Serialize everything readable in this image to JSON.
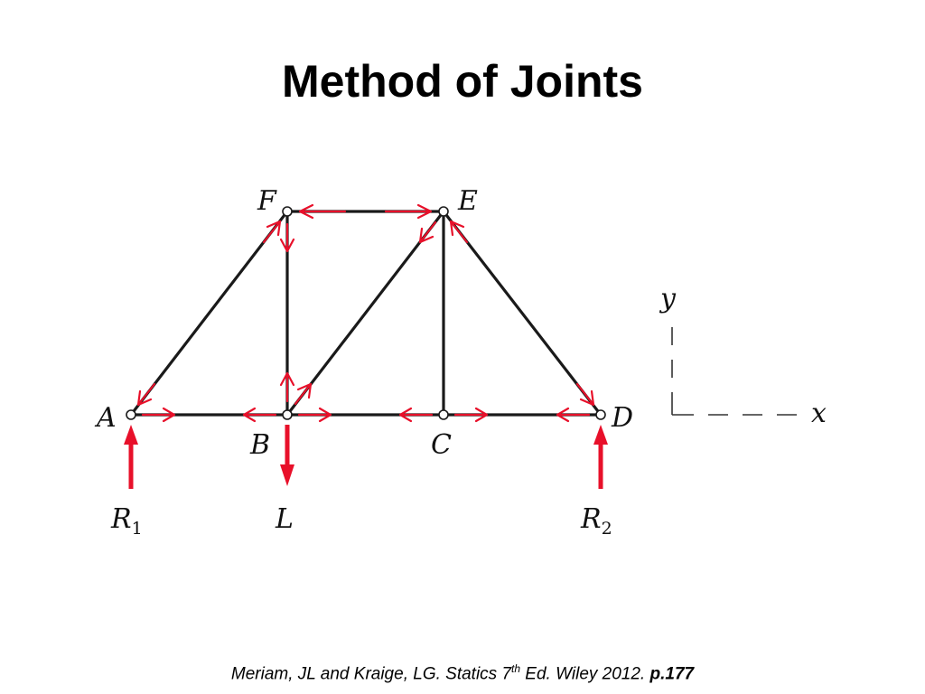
{
  "slide": {
    "title": "Method of Joints",
    "citation": {
      "before_sup": "Meriam, JL and Kraige, LG. Statics 7",
      "sup": "th",
      "after_sup": " Ed. Wiley 2012. ",
      "page": "p.177"
    }
  },
  "diagram": {
    "joint_labels": {
      "A": "A",
      "B": "B",
      "C": "C",
      "D": "D",
      "E": "E",
      "F": "F"
    },
    "loads": {
      "R1": {
        "main": "R",
        "sub": "1"
      },
      "R2": {
        "main": "R",
        "sub": "2"
      },
      "L": {
        "main": "L"
      }
    },
    "axes": {
      "y": "y",
      "x": "x"
    },
    "colors": {
      "member": "#1a1a1a",
      "force_arrow": "#e8102a"
    }
  }
}
